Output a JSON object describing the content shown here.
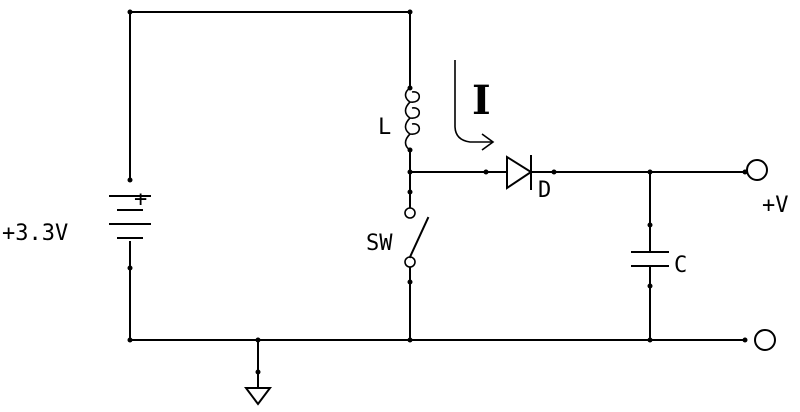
{
  "diagram": {
    "labels": {
      "supply": "+3.3V",
      "battery_plus": "+",
      "inductor": "L",
      "current": "I",
      "diode": "D",
      "switch": "SW",
      "capacitor": "C",
      "output": "+V"
    }
  }
}
